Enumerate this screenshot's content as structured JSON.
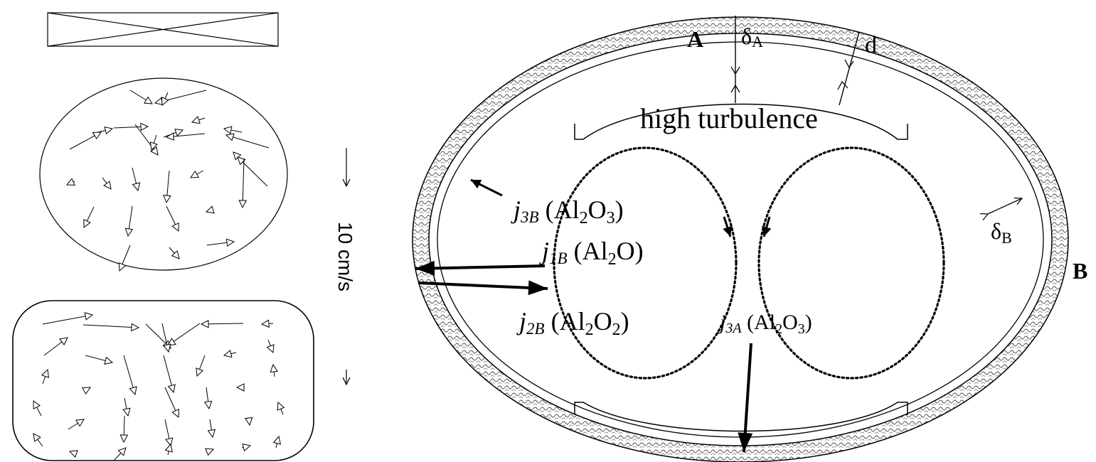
{
  "scale_label": "10 cm/s",
  "labels": {
    "point_a": "A",
    "point_b": "B",
    "delta_a": "δ",
    "delta_a_sub": "A",
    "delta_b": "δ",
    "delta_b_sub": "B",
    "thickness_d": "d",
    "high_turbulence": "high turbulence"
  },
  "fluxes": [
    {
      "id": "j3b",
      "sym": "j",
      "sub": "3B",
      "species": [
        "Al",
        "2",
        "O",
        "3"
      ]
    },
    {
      "id": "j1b",
      "sym": "j",
      "sub": "1B",
      "species": [
        "Al",
        "2",
        "O",
        ""
      ]
    },
    {
      "id": "j2b",
      "sym": "j",
      "sub": "2B",
      "species": [
        "Al",
        "2",
        "O",
        "2"
      ]
    },
    {
      "id": "j3a",
      "sym": "j",
      "sub": "3A",
      "species": [
        "Al",
        "2",
        "O",
        "3"
      ]
    }
  ]
}
